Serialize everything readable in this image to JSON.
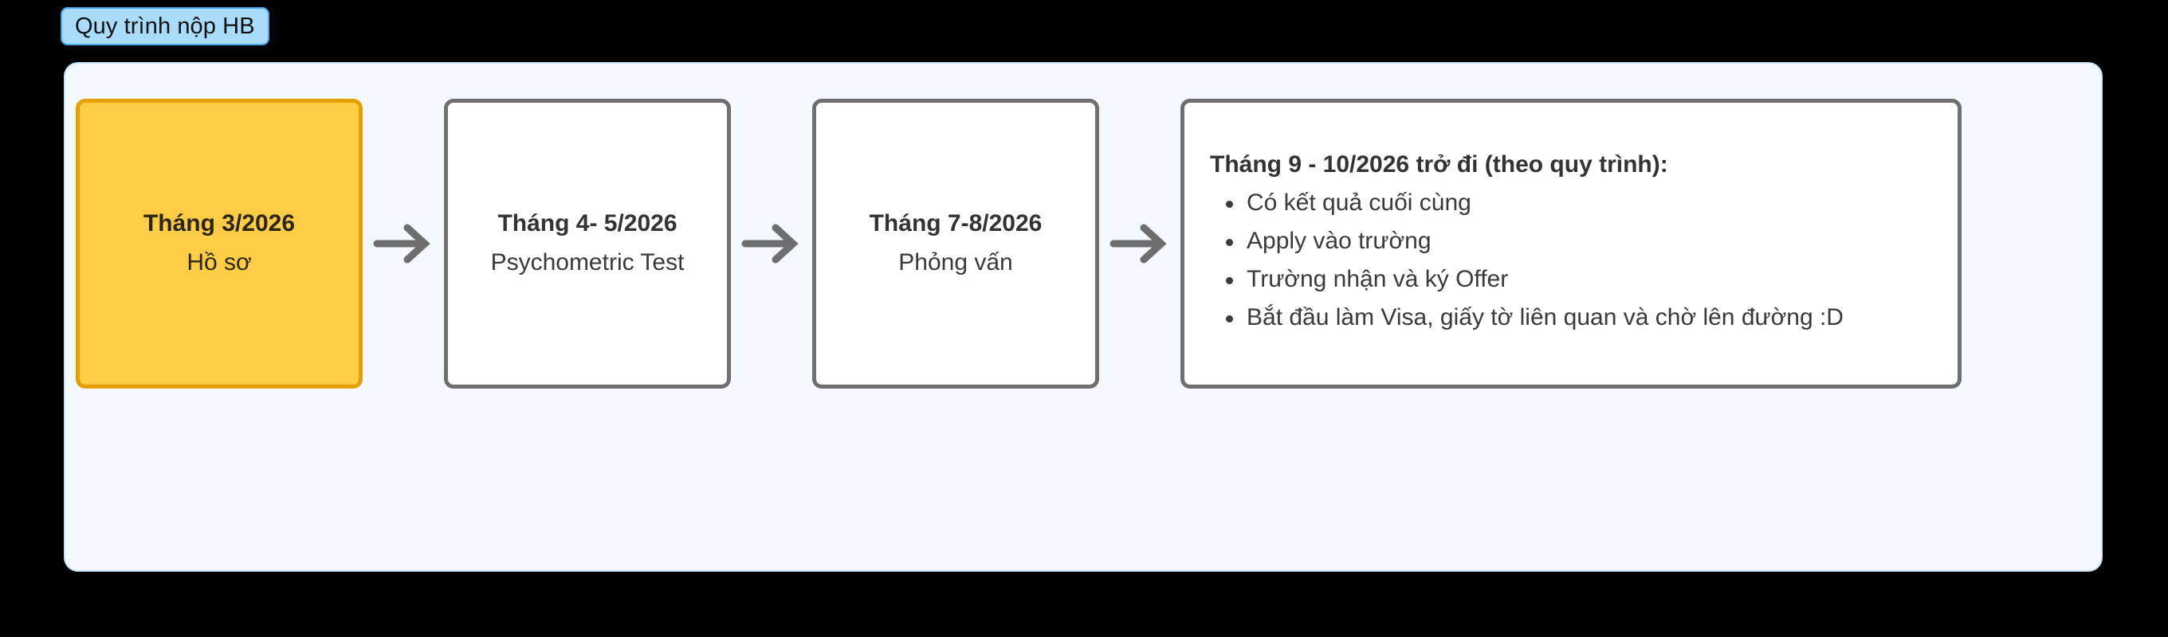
{
  "frame": {
    "label": "Quy trình nộp HB",
    "background_color": "#f3f9fe",
    "border_color": "#c9e6fa",
    "label_background_color": "#a9dbfb",
    "label_border_color": "#4aa7ef"
  },
  "flow": {
    "arrow_icon": "arrow-right-icon",
    "arrow_color": "#6e6e6e",
    "steps": [
      {
        "title": "Tháng 3/2026",
        "subtitle": "Hồ sơ",
        "highlight": true,
        "fill_color": "#ffcc45",
        "border_color": "#e5a000"
      },
      {
        "title": "Tháng 4- 5/2026",
        "subtitle": "Psychometric Test",
        "highlight": false,
        "fill_color": "#ffffff",
        "border_color": "#6f6f6f"
      },
      {
        "title": "Tháng 7-8/2026",
        "subtitle": "Phỏng vấn",
        "highlight": false,
        "fill_color": "#ffffff",
        "border_color": "#6f6f6f"
      }
    ],
    "detail": {
      "heading": "Tháng 9 - 10/2026 trở đi (theo quy trình):",
      "fill_color": "#ffffff",
      "border_color": "#6f6f6f",
      "items": [
        "Có kết quả cuối cùng",
        "Apply vào trường",
        "Trường nhận và ký Offer",
        "Bắt đầu làm Visa, giấy tờ liên quan và chờ lên đường :D"
      ]
    }
  }
}
